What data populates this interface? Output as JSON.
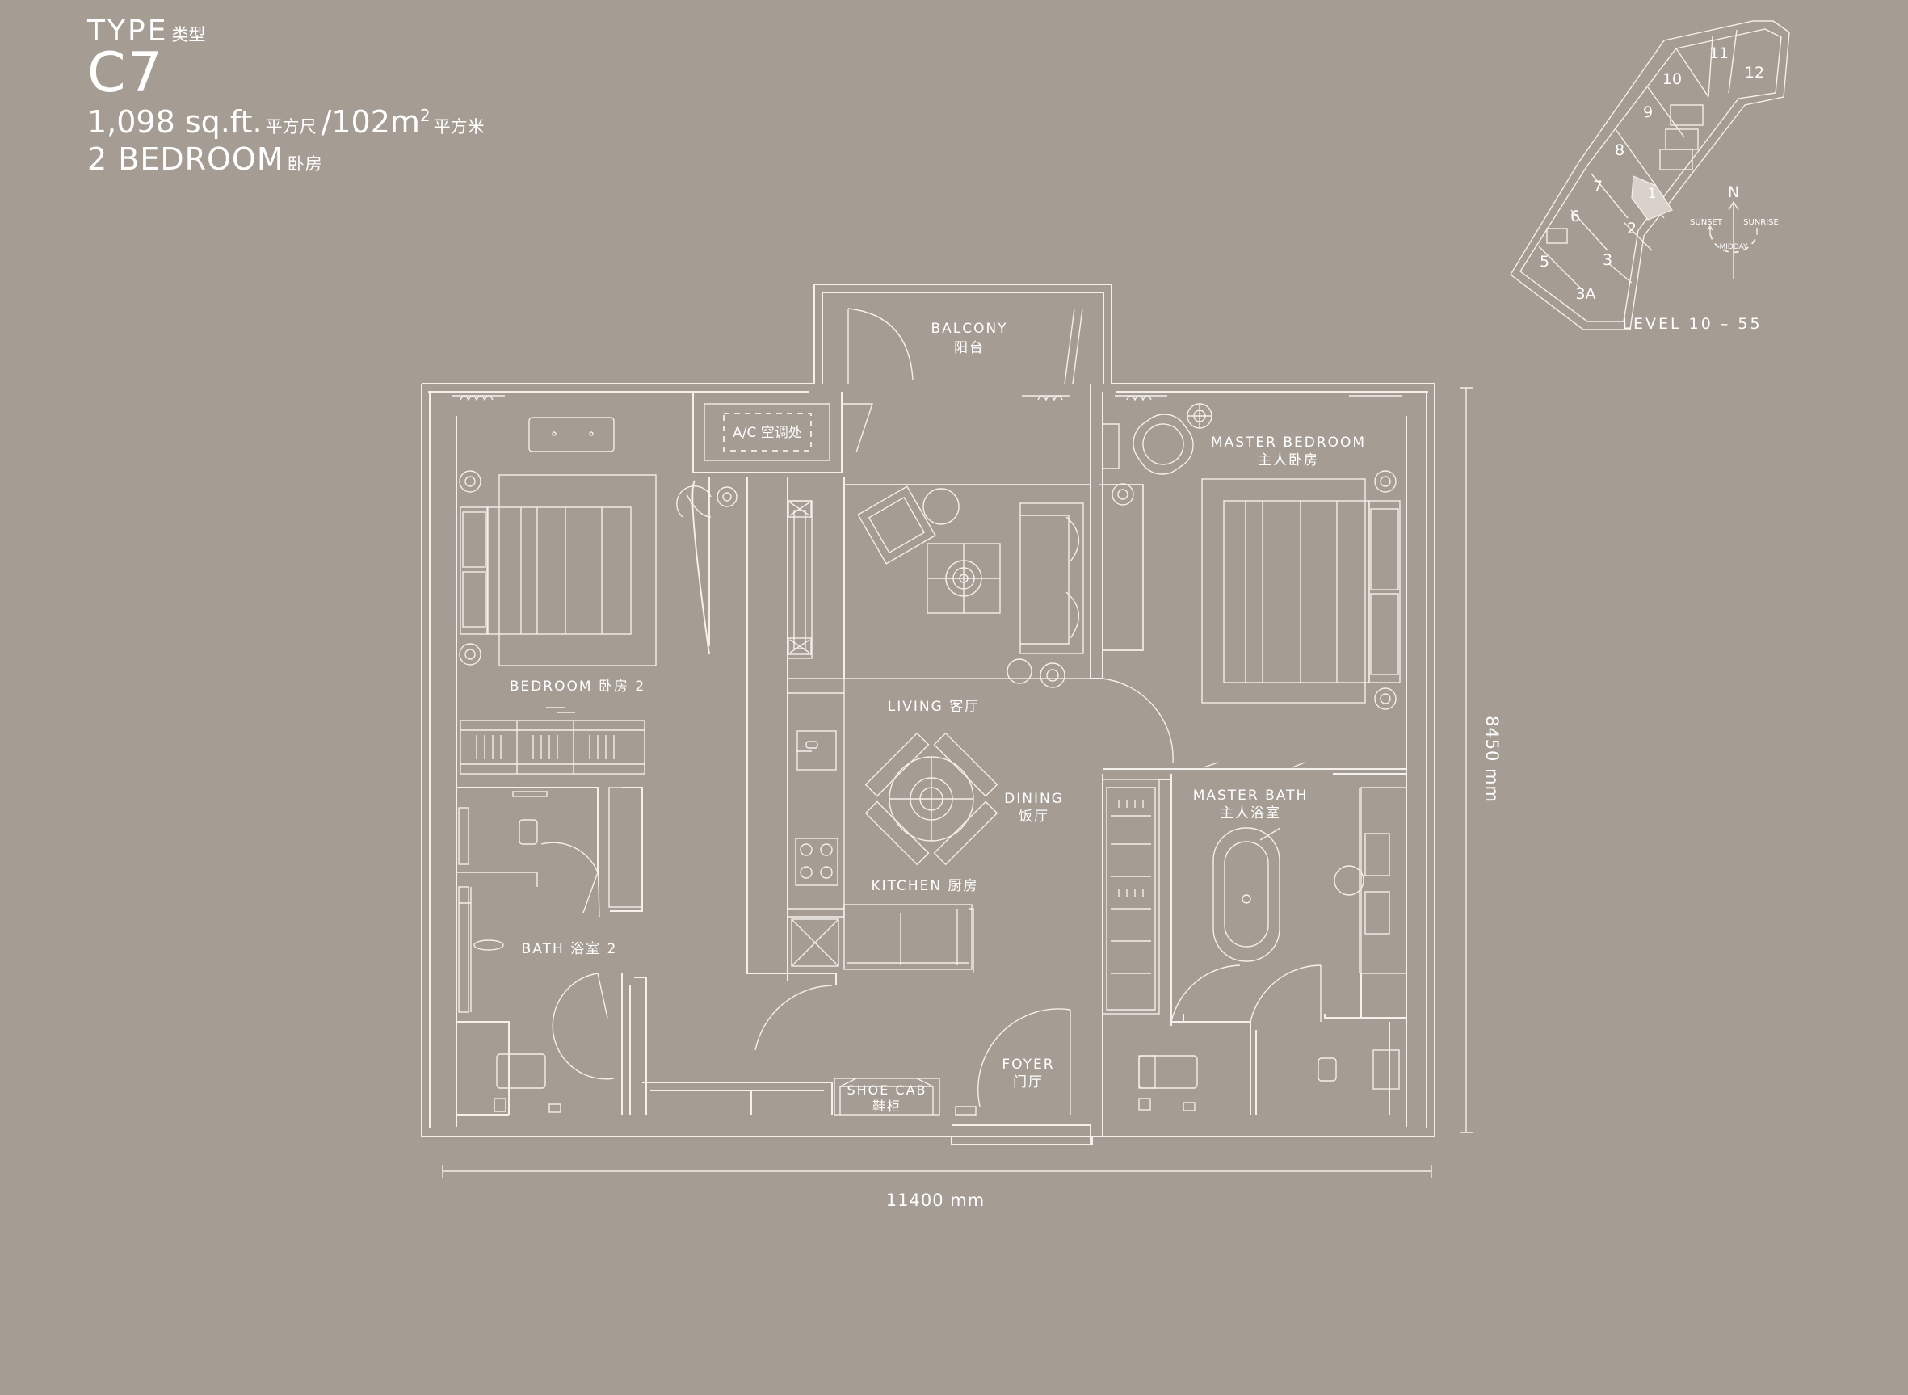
{
  "header": {
    "type_label": "TYPE",
    "type_label_cn": "类型",
    "unit_code": "C7",
    "area_sqft": "1,098 sq.ft.",
    "area_sqft_cn": "平方尺",
    "area_separator": "/",
    "area_sqm": "102m",
    "area_sqm_sup": "2",
    "area_sqm_cn": "平方米",
    "bedrooms": "2 BEDROOM",
    "bedrooms_cn": "卧房"
  },
  "rooms": {
    "balcony": "BALCONY",
    "balcony_cn": "阳台",
    "ac": "A/C 空调处",
    "master_bedroom": "MASTER BEDROOM",
    "master_bedroom_cn": "主人卧房",
    "bedroom2": "BEDROOM 卧房 2",
    "living": "LIVING 客厅",
    "dining": "DINING",
    "dining_cn": "饭厅",
    "master_bath": "MASTER BATH",
    "master_bath_cn": "主人浴室",
    "kitchen": "KITCHEN 厨房",
    "bath2": "BATH 浴室 2",
    "shoe_cab": "SHOE CAB",
    "shoe_cab_cn": "鞋柜",
    "foyer": "FOYER",
    "foyer_cn": "门厅"
  },
  "dimensions": {
    "width": "11400 mm",
    "height": "8450 mm"
  },
  "keyplan": {
    "units": [
      "11",
      "12",
      "10",
      "9",
      "8",
      "7",
      "1",
      "6",
      "2",
      "5",
      "3",
      "3A"
    ],
    "highlighted_unit": "1",
    "level": "LEVEL 10 – 55"
  },
  "compass": {
    "north": "N",
    "sunset": "SUNSET",
    "sunrise": "SUNRISE",
    "midday": "MIDDAY"
  }
}
